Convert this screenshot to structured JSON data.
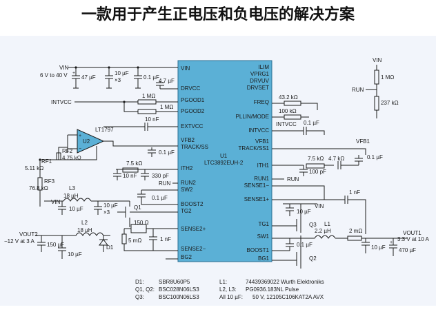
{
  "title": "一款用于产生正电压和负电压的解决方案",
  "colors": {
    "chip": "#5bb0d6",
    "wire": "#1a1a1a",
    "panel": "#f2f5fb"
  },
  "ic": {
    "ref": "U1",
    "part": "LTC3892EUH-2",
    "pins_left": [
      "VIN",
      "DRVCC",
      "PGOOD1",
      "PGOOD2",
      "EXTVCC",
      "VFB2",
      "TRACK/SS",
      "ITH2",
      "RUN2",
      "SW2",
      "BOOST2",
      "TG2",
      "SENSE2+",
      "SENSE2−",
      "BG2"
    ],
    "pins_right": [
      "ILIM",
      "VPRG1",
      "DRVUV",
      "DRVSET",
      "FREQ",
      "PLLIN/MODE",
      "INTVCC",
      "VFB1",
      "TRACK/SS1",
      "ITH1",
      "RUN1",
      "SENSE1−",
      "SENSE1+",
      "TG1",
      "SW1",
      "BOOST1",
      "BG1"
    ]
  },
  "opamp": {
    "ref": "U2",
    "part": "LT1797"
  },
  "labels": {
    "vin": "VIN",
    "vin_range": "6 V to 40 V",
    "intvcc": "INTVCC",
    "run": "RUN",
    "vout2": "VOUT2",
    "vout2_value": "−12 V at 3 A",
    "vout1": "VOUT1",
    "vout1_value": "3.3 V at 10 A",
    "plus": "+",
    "minus": "−"
  },
  "components": {
    "c_47u": "47 µF",
    "c_10u_x3_top": "10 µF",
    "x3": "×3",
    "c_01u_top": "0.1 µF",
    "c_47u_drv": "4.7 µF",
    "r_1m_a": "1 MΩ",
    "r_1m_b": "1 MΩ",
    "c_10n_ext": "10 nF",
    "rf2": "RF2",
    "rf2_val": "4.75 kΩ",
    "rf1": "RF1",
    "rf1_val": "5.11 kΩ",
    "c_01u_ss2": "0.1 µF",
    "r_75k_2": "7.5 kΩ",
    "c_10n_2": "10 nF",
    "c_330p": "330 pF",
    "c_01u_boost2": "0.1 µF",
    "rf3": "RF3",
    "rf3_val": "76.8 kΩ",
    "l3": "L3",
    "l3_val": "18 µH",
    "c_10u_vin2": "10 µF",
    "c_10u_x3_b": "10 µF",
    "x3_b": "×3",
    "q1": "Q1",
    "l2": "L2",
    "l2_val": "18 µH",
    "r_150": "150 Ω",
    "r_5m": "5 mΩ",
    "c_1n_2": "1 nF",
    "c_150u": "150 µF",
    "c_10u_out2": "10 µF",
    "d1": "D1",
    "r_1m_top": "1 MΩ",
    "r_237k": "237 kΩ",
    "r_432k": "43.2 kΩ",
    "r_100k": "100 kΩ",
    "c_01u_intvcc": "0.1 µF",
    "r_75k_1": "7.5 kΩ",
    "r_47k": "4.7 kΩ",
    "c_01u_ith1": "0.1 µF",
    "c_100p": "100 pF",
    "c_1n_1": "1 nF",
    "c_10u_vin1": "10 µF",
    "q3": "Q3",
    "l1": "L1",
    "l1_val": "2.2 µH",
    "r_2m": "2 mΩ",
    "c_01u_boost1": "0.1 µF",
    "q2": "Q2",
    "c_10u_out1": "10 µF",
    "c_470u": "470 µF"
  },
  "bom": [
    {
      "ref": "D1:",
      "part": "SBR8U60P5"
    },
    {
      "ref": "Q1, Q2:",
      "part": "BSC028N06LS3"
    },
    {
      "ref": "Q3:",
      "part": "BSC100N06LS3"
    },
    {
      "ref": "L1:",
      "part": "74439369022 Wurth Elektroniks"
    },
    {
      "ref": "L2, L3:",
      "part": "PG0936.183NL Pulse"
    },
    {
      "ref": "All 10 µF:",
      "part": "50 V, 12105C106KAT2A AVX"
    }
  ]
}
